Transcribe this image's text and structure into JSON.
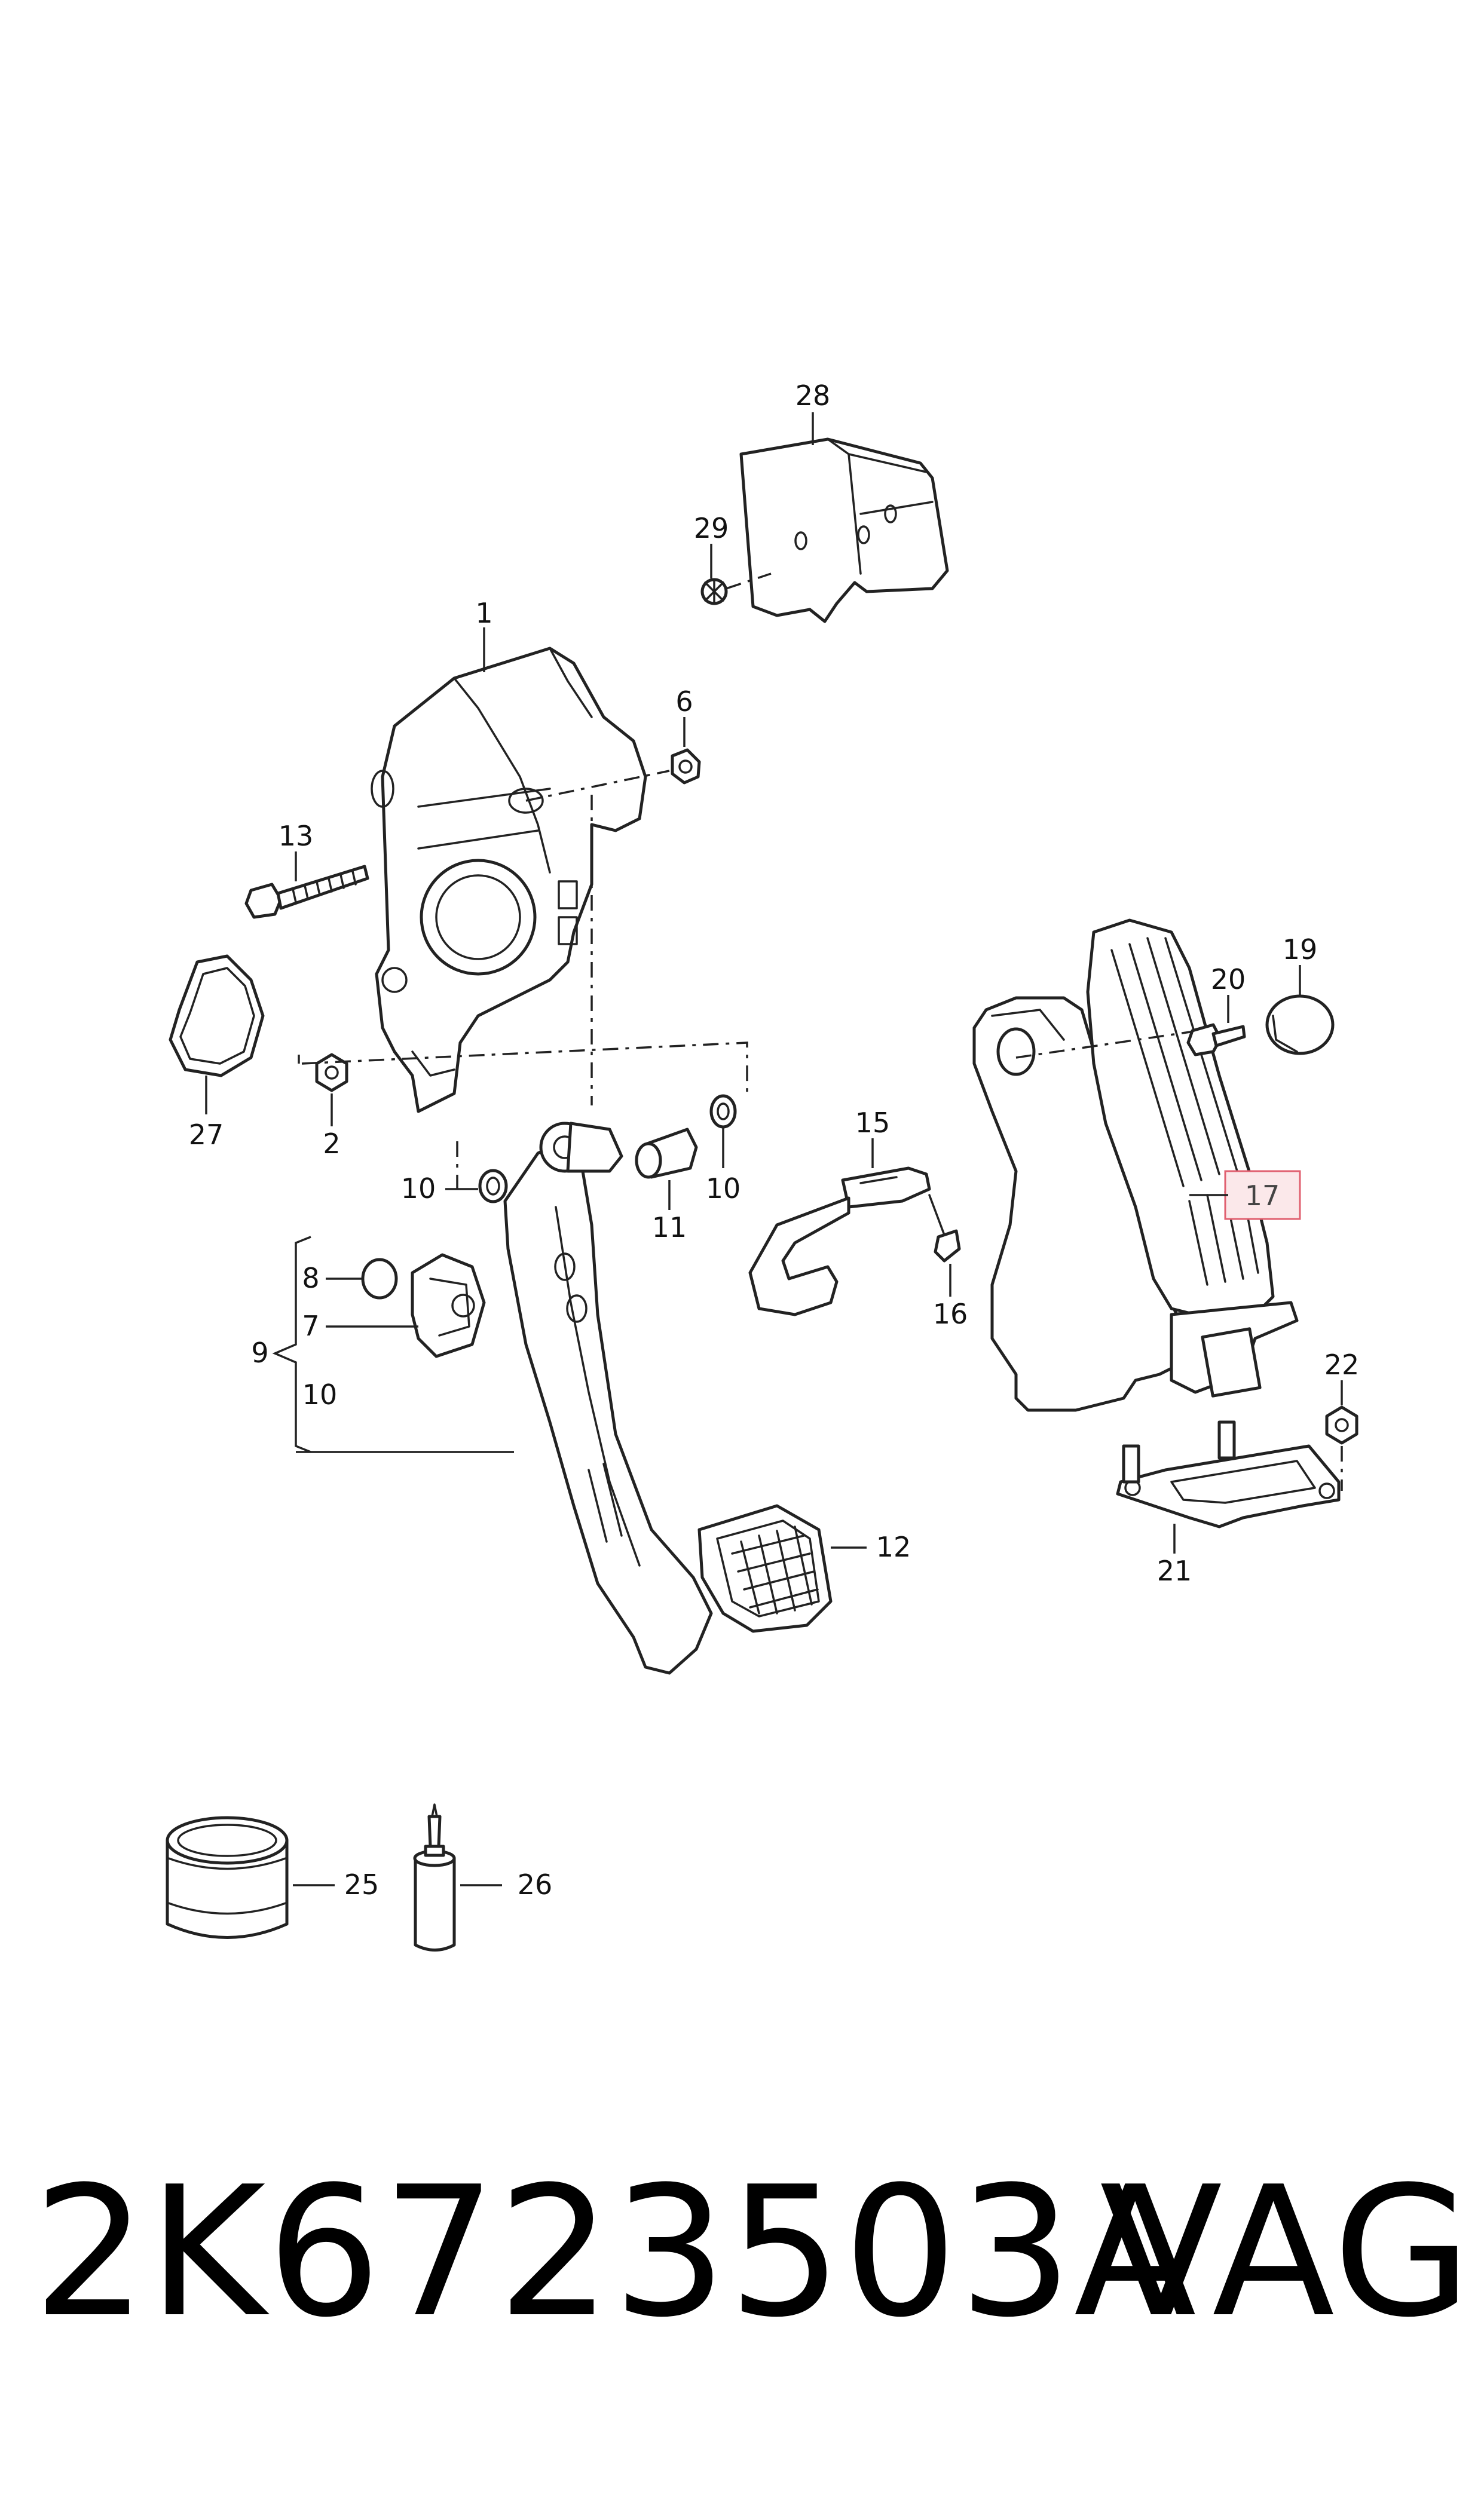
{
  "diagram": {
    "callouts": [
      {
        "id": "1",
        "label": "1"
      },
      {
        "id": "2",
        "label": "2"
      },
      {
        "id": "6",
        "label": "6"
      },
      {
        "id": "7",
        "label": "7"
      },
      {
        "id": "8",
        "label": "8"
      },
      {
        "id": "9",
        "label": "9"
      },
      {
        "id": "10a",
        "label": "10"
      },
      {
        "id": "10b",
        "label": "10"
      },
      {
        "id": "10c",
        "label": "10"
      },
      {
        "id": "11",
        "label": "11"
      },
      {
        "id": "12",
        "label": "12"
      },
      {
        "id": "13",
        "label": "13"
      },
      {
        "id": "15",
        "label": "15"
      },
      {
        "id": "16",
        "label": "16"
      },
      {
        "id": "17",
        "label": "17",
        "highlighted": true
      },
      {
        "id": "19",
        "label": "19"
      },
      {
        "id": "20",
        "label": "20"
      },
      {
        "id": "21",
        "label": "21"
      },
      {
        "id": "22",
        "label": "22"
      },
      {
        "id": "25",
        "label": "25"
      },
      {
        "id": "26",
        "label": "26"
      },
      {
        "id": "27",
        "label": "27"
      },
      {
        "id": "28",
        "label": "28"
      },
      {
        "id": "29",
        "label": "29"
      }
    ],
    "highlight_color": "#e06070"
  },
  "footer": {
    "part_number": "2K6723503A",
    "brand": "VAG"
  }
}
